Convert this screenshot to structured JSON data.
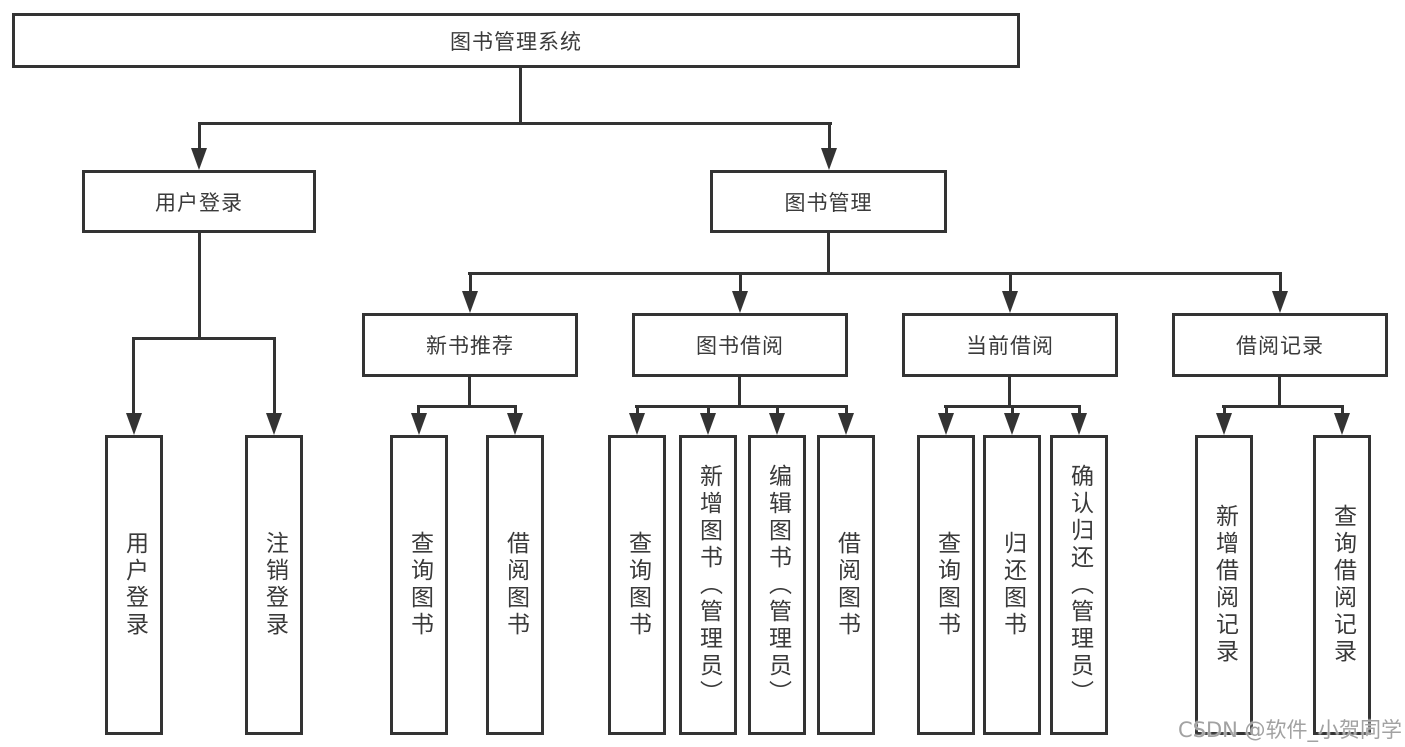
{
  "diagram": {
    "root": {
      "label": "图书管理系统"
    },
    "level2": [
      {
        "label": "用户登录"
      },
      {
        "label": "图书管理"
      }
    ],
    "level3": [
      {
        "label": "新书推荐"
      },
      {
        "label": "图书借阅"
      },
      {
        "label": "当前借阅"
      },
      {
        "label": "借阅记录"
      }
    ],
    "leaves": {
      "user_login": [
        {
          "label": "用户登录"
        },
        {
          "label": "注销登录"
        }
      ],
      "new_book_rec": [
        {
          "label": "查询图书"
        },
        {
          "label": "借阅图书"
        }
      ],
      "book_borrow": [
        {
          "label": "查询图书"
        },
        {
          "label": "新增图书（管理员）"
        },
        {
          "label": "编辑图书（管理员）"
        },
        {
          "label": "借阅图书"
        }
      ],
      "current_borrow": [
        {
          "label": "查询图书"
        },
        {
          "label": "归还图书"
        },
        {
          "label": "确认归还（管理员）"
        }
      ],
      "borrow_records": [
        {
          "label": "新增借阅记录"
        },
        {
          "label": "查询借阅记录"
        }
      ]
    },
    "colors": {
      "border": "#333333",
      "text": "#3a3a3a",
      "background": "#ffffff",
      "watermark": "#a2a2a2"
    }
  },
  "watermark": {
    "text": "CSDN @软件_小贺同学"
  }
}
